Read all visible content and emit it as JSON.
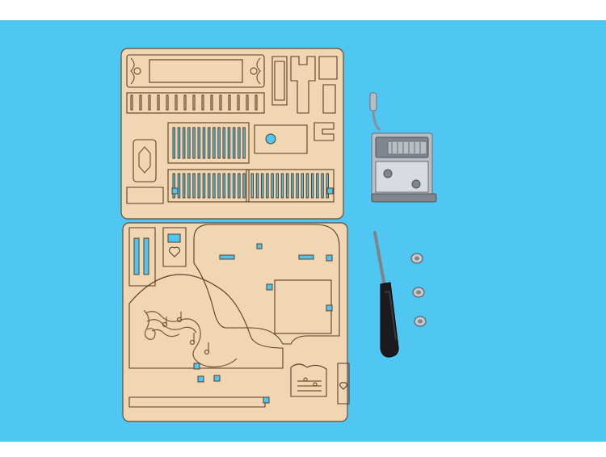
{
  "scene": {
    "background_color": "#50c6f2",
    "objects": [
      {
        "name": "laser-cut-wood-board-upper"
      },
      {
        "name": "laser-cut-wood-board-lower"
      },
      {
        "name": "music-box-movement"
      },
      {
        "name": "screwdriver"
      },
      {
        "name": "screws",
        "count": 3
      }
    ]
  }
}
